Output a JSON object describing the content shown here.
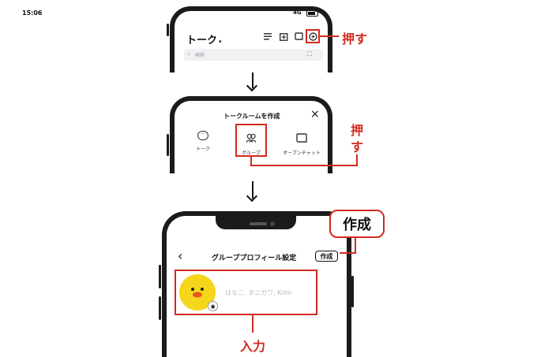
{
  "screen1": {
    "time": "15:06",
    "network": "4G",
    "title": "トーク",
    "title_caret": "▾",
    "search_placeholder": "検索",
    "icons": [
      "menu-icon",
      "note-icon",
      "chat-icon",
      "new-chat-icon",
      "scan-icon"
    ]
  },
  "screen2": {
    "title": "トークルームを作成",
    "close": "×",
    "options": [
      {
        "label": "トーク",
        "icon": "talk-icon"
      },
      {
        "label": "グループ",
        "icon": "group-icon"
      },
      {
        "label": "オープンチャット",
        "icon": "openchat-icon"
      }
    ]
  },
  "screen3": {
    "back": "‹",
    "title": "グループプロフィール設定",
    "create_button": "作成",
    "name_placeholder": "はなこ, タニガワ, Koto"
  },
  "annotations": {
    "push1": "押す",
    "push2_a": "押",
    "push2_b": "す",
    "create_callout": "作成",
    "input": "入力"
  },
  "colors": {
    "accent_red": "#d22a1e",
    "avatar_yellow": "#f5d61a"
  }
}
